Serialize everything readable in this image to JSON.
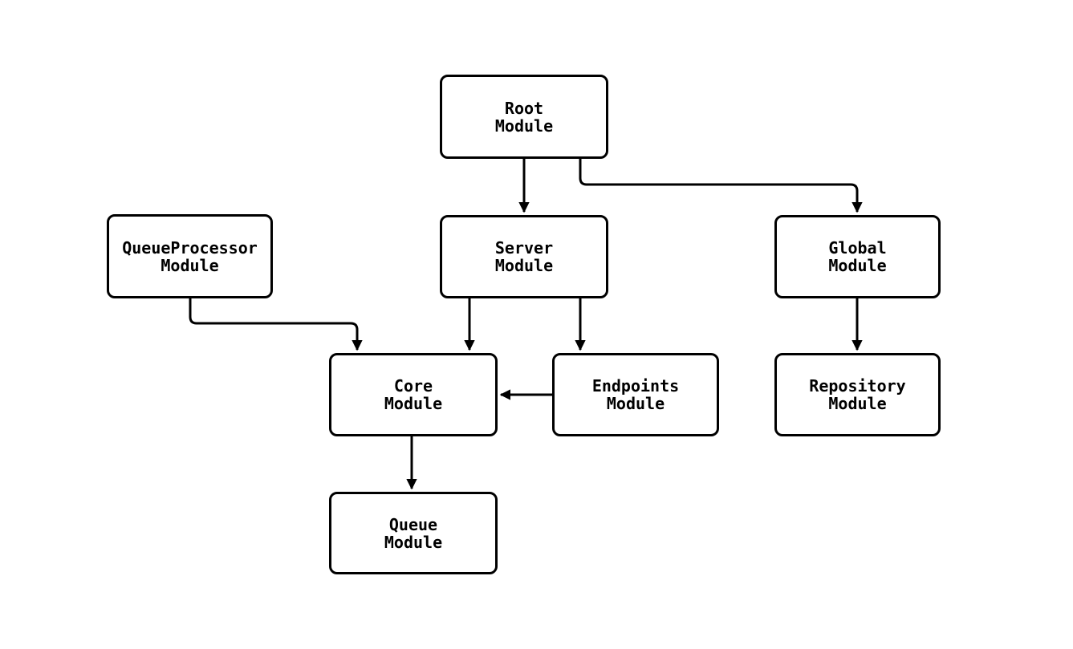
{
  "diagram": {
    "type": "module-dependency-flowchart",
    "colors": {
      "background": "#ffffff",
      "node_fill": "#ffffff",
      "node_border": "#000000",
      "edge_stroke": "#000000",
      "text": "#000000"
    },
    "nodes": {
      "root": {
        "line1": "Root",
        "line2": "Module"
      },
      "queueprocessor": {
        "line1": "QueueProcessor",
        "line2": "Module"
      },
      "server": {
        "line1": "Server",
        "line2": "Module"
      },
      "global": {
        "line1": "Global",
        "line2": "Module"
      },
      "core": {
        "line1": "Core",
        "line2": "Module"
      },
      "endpoints": {
        "line1": "Endpoints",
        "line2": "Module"
      },
      "repository": {
        "line1": "Repository",
        "line2": "Module"
      },
      "queue": {
        "line1": "Queue",
        "line2": "Module"
      }
    },
    "edges": [
      {
        "from": "root",
        "to": "server"
      },
      {
        "from": "root",
        "to": "global"
      },
      {
        "from": "queueprocessor",
        "to": "core"
      },
      {
        "from": "server",
        "to": "core"
      },
      {
        "from": "server",
        "to": "endpoints"
      },
      {
        "from": "endpoints",
        "to": "core"
      },
      {
        "from": "global",
        "to": "repository"
      },
      {
        "from": "core",
        "to": "queue"
      }
    ]
  }
}
